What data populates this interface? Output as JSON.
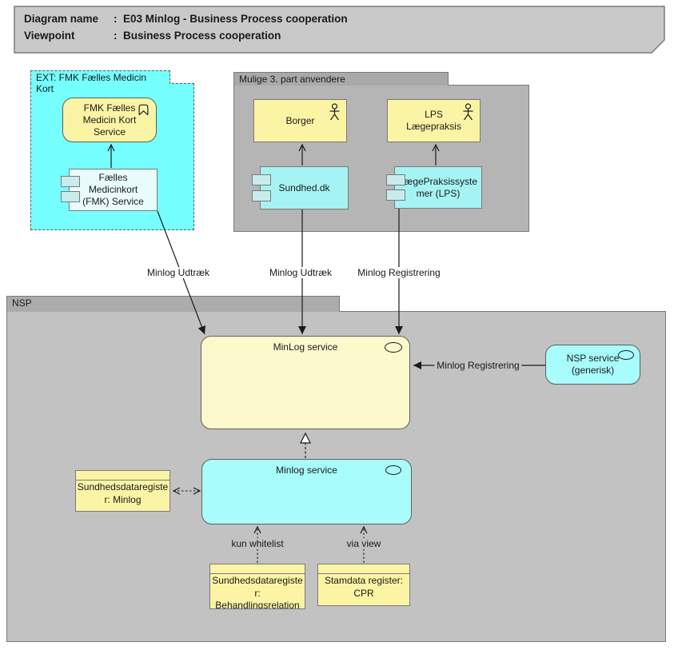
{
  "title_block": {
    "rows": [
      {
        "label": "Diagram name",
        "sep": ":",
        "value": "E03 Minlog - Business Process cooperation"
      },
      {
        "label": "Viewpoint",
        "sep": ":",
        "value": "Business Process cooperation"
      }
    ]
  },
  "groups": {
    "ext_fmk": {
      "label": "EXT: FMK Fælles Medicin Kort"
    },
    "mulige": {
      "label": "Mulige 3. part anvendere"
    },
    "nsp": {
      "label": "NSP"
    }
  },
  "nodes": {
    "fmk_service": {
      "label": "FMK Fælles\nMedicin Kort\nService"
    },
    "fmk_component": {
      "label": "Fælles\nMedicinkort\n(FMK) Service"
    },
    "borger": {
      "label": "Borger"
    },
    "lps_laegepraksis": {
      "label": "LPS\nLægepraksis"
    },
    "sundhed_dk": {
      "label": "Sundhed.dk"
    },
    "lps_component": {
      "label": "LægePraksissyste\nmer (LPS)"
    },
    "minlog_service_main": {
      "label": "MinLog service"
    },
    "nsp_service_generisk": {
      "label": "NSP service\n(generisk)"
    },
    "minlog_service_app": {
      "label": "Minlog service"
    },
    "sdr_minlog": {
      "label": "Sundhedsdataregiste\nr: Minlog"
    },
    "sdr_behandlingsrelation": {
      "label": "Sundhedsdataregiste\nr:\nBehandlingsrelation"
    },
    "stamdata_cpr": {
      "label": "Stamdata register:\nCPR"
    }
  },
  "edge_labels": {
    "fmk_minlog_udtraek": "Minlog Udtræk",
    "sundhed_minlog_udtraek": "Minlog Udtræk",
    "lps_minlog_registrering": "Minlog Registrering",
    "nsp_minlog_registrering": "Minlog Registrering",
    "kun_whitelist": "kun whitelist",
    "via_view": "via view"
  },
  "icons": {
    "service": "oval-outline",
    "actor": "stick-figure",
    "business_service_badge": "chevron-badge",
    "component": "two-side-tabs"
  },
  "colors": {
    "group_cyan": "#76FFFF",
    "group_gray_tab": "#A9A9A9",
    "group_gray_body": "#B5B5B5",
    "nsp_tab": "#ACACAC",
    "nsp_body": "#C2C2C2",
    "node_yellow": "#FBF4A5",
    "node_yellow_pale": "#FCFACC",
    "comp_cyan": "#A6F3F3",
    "comp_cyan_pale": "#EAFBFB",
    "svc_cyan": "#A9FCFC",
    "tab_fill": "#C8ECEC",
    "title_fill": "#C9C9C9",
    "border": "#7a7a7a",
    "line": "#1a1a1a"
  }
}
